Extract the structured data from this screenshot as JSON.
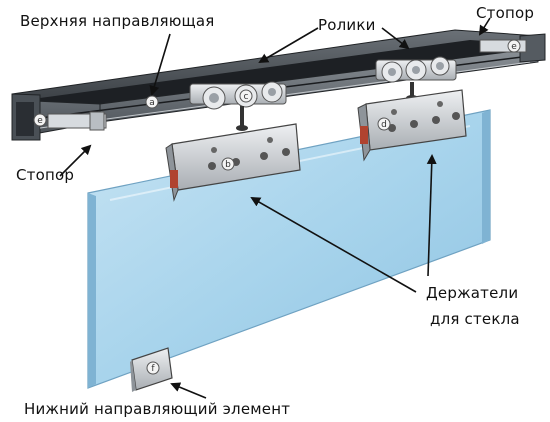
{
  "labels": {
    "top_rail": "Верхняя направляющая",
    "rollers": "Ролики",
    "stopper_right": "Стопор",
    "stopper_left": "Стопор",
    "holders_line1": "Держатели",
    "holders_line2": "для стекла",
    "bottom_guide": "Нижний направляющий элемент"
  },
  "markers": {
    "a": "a",
    "b": "b",
    "c": "c",
    "d": "d",
    "e1": "e",
    "e2": "e",
    "f": "f"
  },
  "colors": {
    "glass": "#a8d4ec",
    "rail": "#2c3035",
    "metal": "#cfd3d7",
    "rail_brown_end": "#b0432f"
  }
}
